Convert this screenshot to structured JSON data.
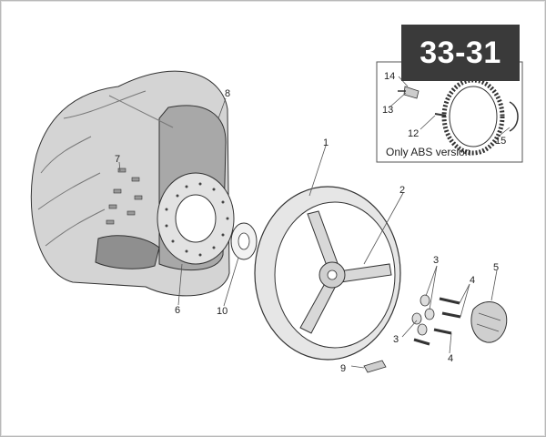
{
  "diagram": {
    "code": "33-31",
    "abs_box_label": "Only ABS version",
    "callouts": {
      "c1": "1",
      "c2": "2",
      "c3a": "3",
      "c3b": "3",
      "c4a": "4",
      "c4b": "4",
      "c5": "5",
      "c6": "6",
      "c7": "7",
      "c8": "8",
      "c9": "9",
      "c10": "10",
      "c12": "12",
      "c13": "13",
      "c14": "14",
      "c15": "15"
    }
  },
  "colors": {
    "tire_fill": "#d4d4d4",
    "tire_inner": "#a8a8a8",
    "wheel_fill": "#e6e6e6",
    "line": "#333333",
    "badge_bg": "#3a3a3a",
    "badge_text": "#ffffff"
  }
}
